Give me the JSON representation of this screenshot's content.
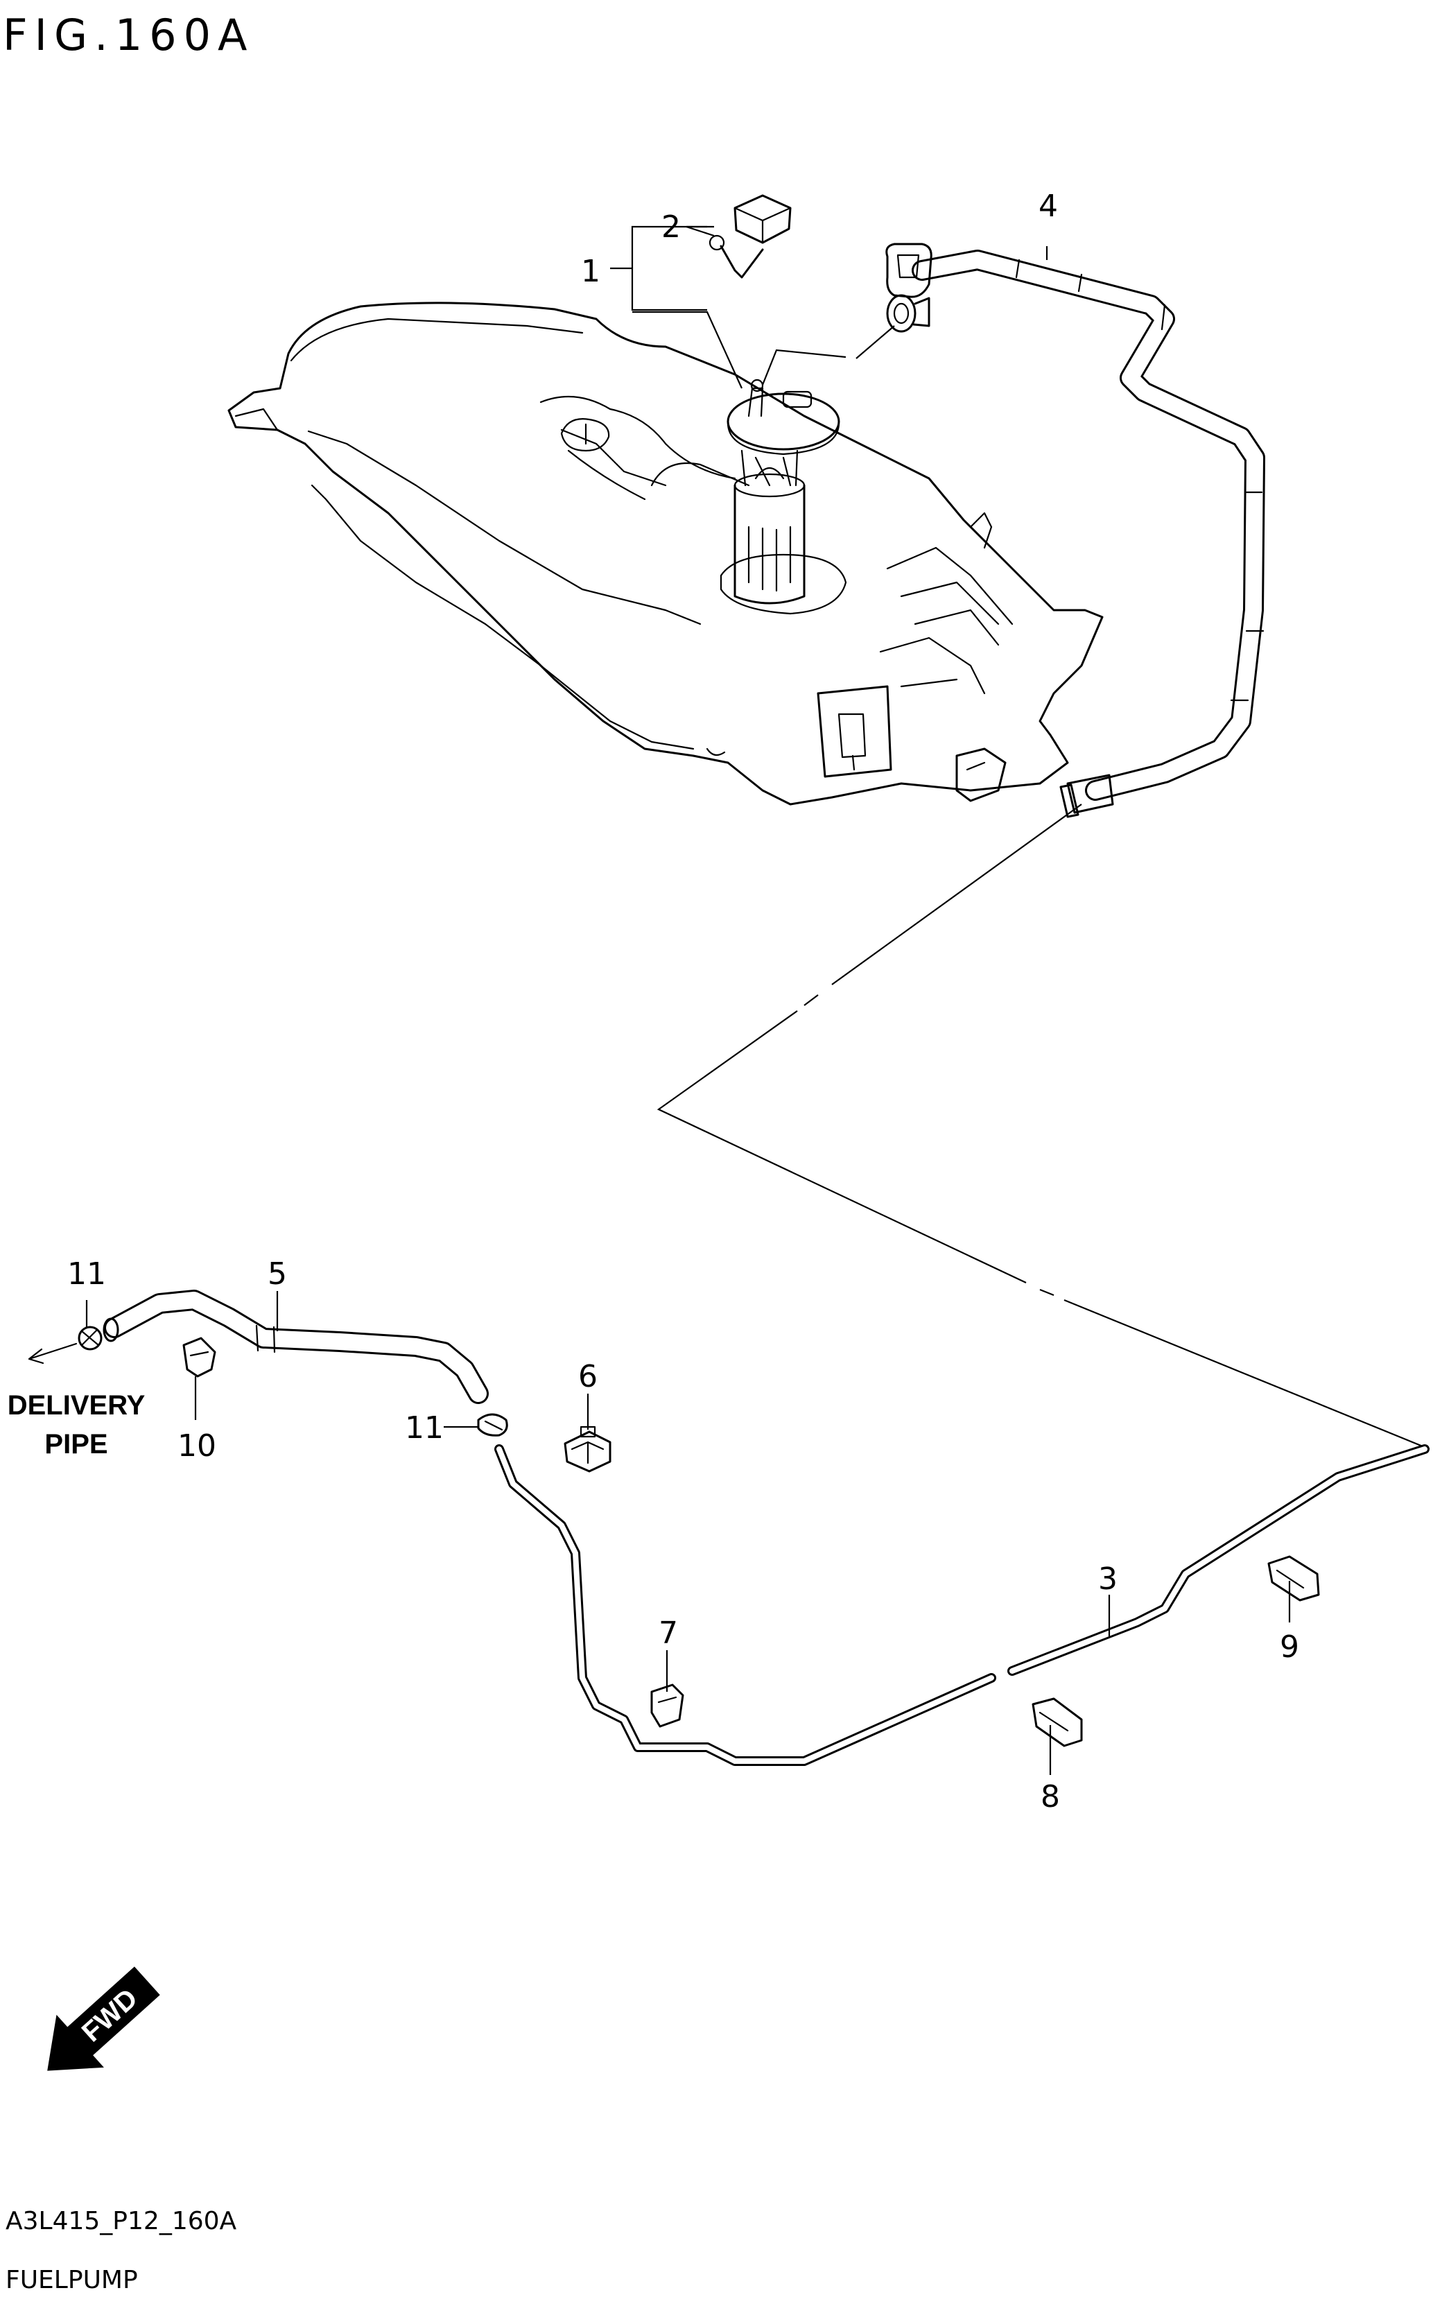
{
  "figure": {
    "title": "FIG.160A",
    "drawing_code": "A3L415_P12_160A",
    "section_name": "FUELPUMP"
  },
  "callouts": [
    {
      "id": "1",
      "label": "1"
    },
    {
      "id": "2",
      "label": "2"
    },
    {
      "id": "3",
      "label": "3"
    },
    {
      "id": "4",
      "label": "4"
    },
    {
      "id": "5",
      "label": "5"
    },
    {
      "id": "6",
      "label": "6"
    },
    {
      "id": "7",
      "label": "7"
    },
    {
      "id": "8",
      "label": "8"
    },
    {
      "id": "9",
      "label": "9"
    },
    {
      "id": "10",
      "label": "10"
    },
    {
      "id": "11a",
      "label": "11"
    },
    {
      "id": "11b",
      "label": "11"
    }
  ],
  "destination": {
    "line1": "DELIVERY",
    "line2": "PIPE"
  },
  "direction_arrow": {
    "label": "FWD",
    "icon": "fwd-arrow-icon"
  },
  "colors": {
    "ink": "#000000",
    "paper": "#ffffff"
  }
}
